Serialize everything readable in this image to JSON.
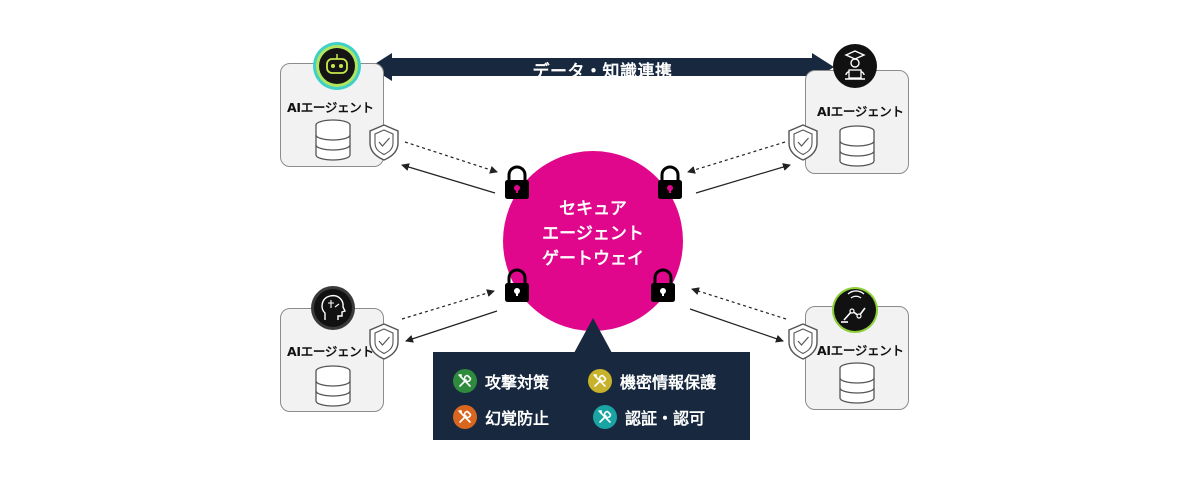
{
  "hub": {
    "lines": [
      "セキュア",
      "エージェント",
      "ゲートウェイ"
    ],
    "color": "#e0078c"
  },
  "top_arrow": {
    "label": "データ・知識連携",
    "color": "#17283f"
  },
  "agents": [
    {
      "label": "AIエージェント",
      "avatar": "robot-icon"
    },
    {
      "label": "AIエージェント",
      "avatar": "student-laptop-icon"
    },
    {
      "label": "AIエージェント",
      "avatar": "brain-head-icon"
    },
    {
      "label": "AIエージェント",
      "avatar": "robot-arm-icon"
    }
  ],
  "features": [
    {
      "label": "攻撃対策",
      "color": "#2e8b3e",
      "icon": "tools-icon"
    },
    {
      "label": "機密情報保護",
      "color": "#c9b22b",
      "icon": "tools-icon"
    },
    {
      "label": "幻覚防止",
      "color": "#d9661f",
      "icon": "tools-icon"
    },
    {
      "label": "認証・認可",
      "color": "#1aa3a3",
      "icon": "tools-icon"
    }
  ],
  "feature_panel_color": "#17283f"
}
